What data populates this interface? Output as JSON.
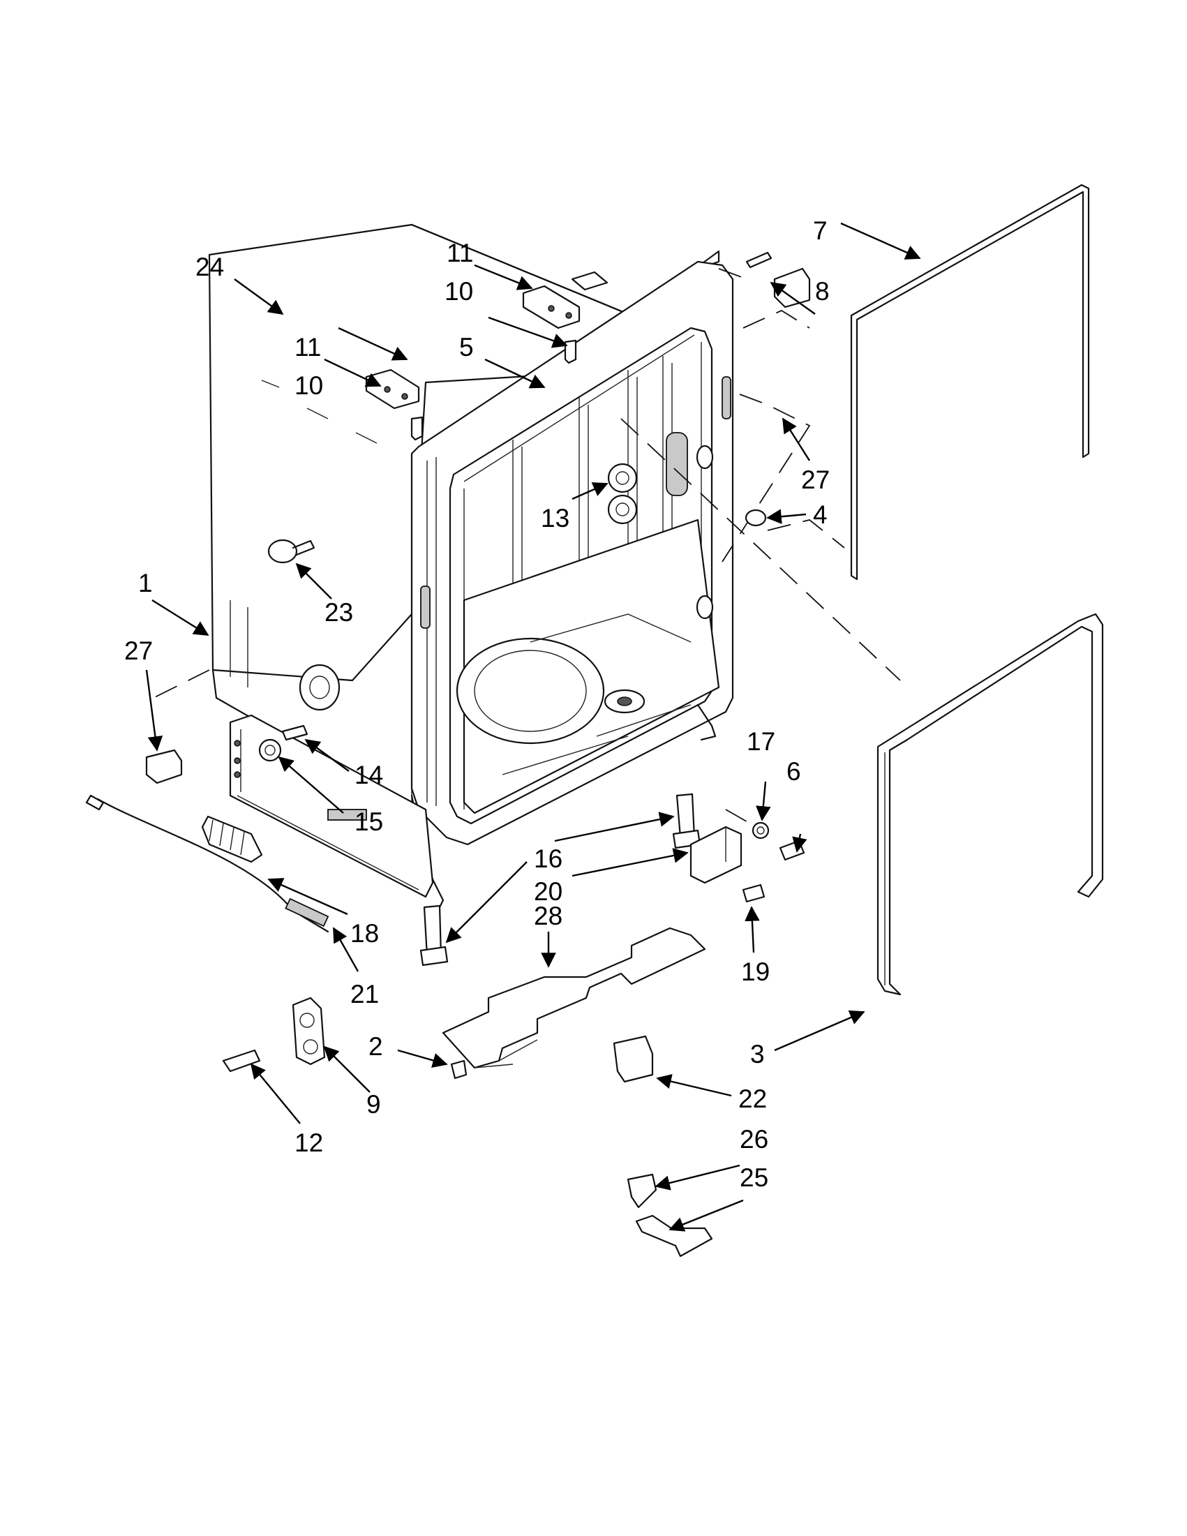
{
  "callouts": [
    {
      "id": "c1",
      "label": "1"
    },
    {
      "id": "c2",
      "label": "2"
    },
    {
      "id": "c3",
      "label": "3"
    },
    {
      "id": "c4",
      "label": "4"
    },
    {
      "id": "c5",
      "label": "5"
    },
    {
      "id": "c6",
      "label": "6"
    },
    {
      "id": "c7",
      "label": "7"
    },
    {
      "id": "c8",
      "label": "8"
    },
    {
      "id": "c9",
      "label": "9"
    },
    {
      "id": "c10a",
      "label": "10"
    },
    {
      "id": "c10b",
      "label": "10"
    },
    {
      "id": "c11a",
      "label": "11"
    },
    {
      "id": "c11b",
      "label": "11"
    },
    {
      "id": "c12",
      "label": "12"
    },
    {
      "id": "c13",
      "label": "13"
    },
    {
      "id": "c14",
      "label": "14"
    },
    {
      "id": "c15",
      "label": "15"
    },
    {
      "id": "c16",
      "label": "16"
    },
    {
      "id": "c17",
      "label": "17"
    },
    {
      "id": "c18",
      "label": "18"
    },
    {
      "id": "c19",
      "label": "19"
    },
    {
      "id": "c20",
      "label": "20"
    },
    {
      "id": "c21",
      "label": "21"
    },
    {
      "id": "c22",
      "label": "22"
    },
    {
      "id": "c23",
      "label": "23"
    },
    {
      "id": "c24",
      "label": "24"
    },
    {
      "id": "c25",
      "label": "25"
    },
    {
      "id": "c26",
      "label": "26"
    },
    {
      "id": "c27a",
      "label": "27"
    },
    {
      "id": "c27b",
      "label": "27"
    },
    {
      "id": "c28",
      "label": "28"
    }
  ]
}
